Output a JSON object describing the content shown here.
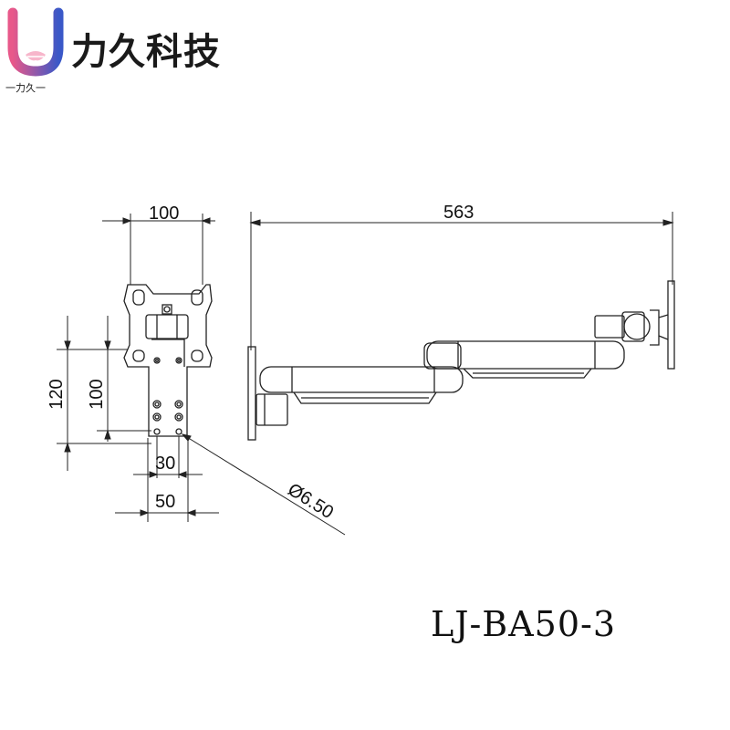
{
  "brand": {
    "name": "力久科技",
    "sub": "一力久一",
    "colors": {
      "pink": "#e8588a",
      "blue": "#3a58c8",
      "purple": "#8a55c0"
    }
  },
  "drawing": {
    "dims": {
      "w100": "100",
      "w563": "563",
      "h120": "120",
      "h100": "100",
      "w30": "30",
      "w50": "50",
      "hole": "Ø6.50"
    }
  },
  "model": "LJ-BA50-3"
}
